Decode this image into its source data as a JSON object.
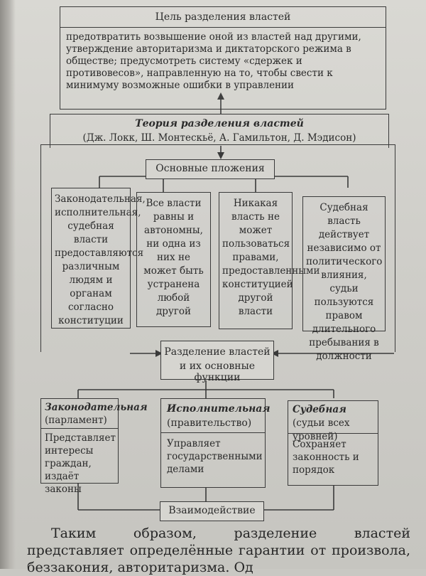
{
  "goal": {
    "title": "Цель разделения властей",
    "text": "предотвратить возвышение оной из властей над другими, утверждение авторитаризма и диктаторского режима в обществе; предусмотреть систему «сдержек и противовесов», направленную на то, чтобы свести к минимуму возможные ошибки в управлении"
  },
  "theory": {
    "title": "Теория разделения властей",
    "authors": "(Дж. Локк, Ш. Монтескьё, А. Гамильтон, Д. Мэдисон)"
  },
  "principles": {
    "title": "Основные пложения",
    "items": [
      "Законодательная, исполнительная, судебная власти предоставляются различным людям и органам согласно конституции",
      "Все власти равны и автономны, ни одна из них не может быть устранена любой другой",
      "Никакая власть не может пользоваться правами, предоставленными конституцией другой власти",
      "Судебная власть действует независимо от политического влияния, судьи пользуются правом длительного пребывания в должности"
    ]
  },
  "functions": {
    "title_line1": "Разделение властей",
    "title_line2": "и их основные функции"
  },
  "branches": [
    {
      "name": "Законодательная",
      "sub": "(парламент)",
      "desc": "Представляет интересы граждан, издаёт законы"
    },
    {
      "name": "Исполнительная",
      "sub": "(правительство)",
      "desc": "Управляет государственными делами"
    },
    {
      "name": "Судебная",
      "sub": "(судьи всех уровней)",
      "desc": "Сохраняет законность и порядок"
    }
  ],
  "interaction": "Взаимодействие",
  "footer_text": "Таким образом, разделение властей представляет определённые гарантии от произвола, беззакония, авторитаризма. Од"
}
